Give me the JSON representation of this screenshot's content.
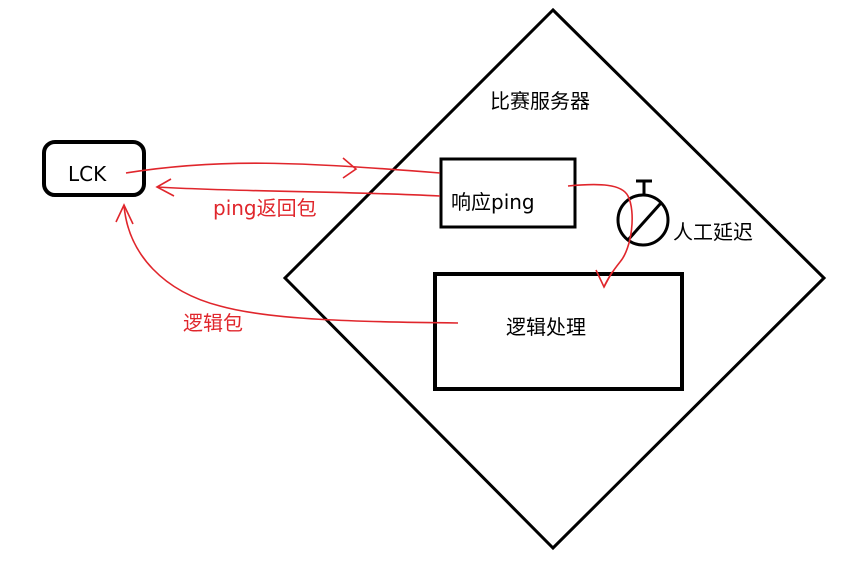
{
  "diagram": {
    "server_label": "比赛服务器",
    "client_label": "LCK",
    "ping_box_label": "响应ping",
    "logic_box_label": "逻辑处理",
    "delay_label": "人工延迟",
    "ping_return_label": "ping返回包",
    "logic_packet_label": "逻辑包"
  },
  "colors": {
    "outline": "#000000",
    "arrow": "#e0262c",
    "background": "#ffffff"
  }
}
